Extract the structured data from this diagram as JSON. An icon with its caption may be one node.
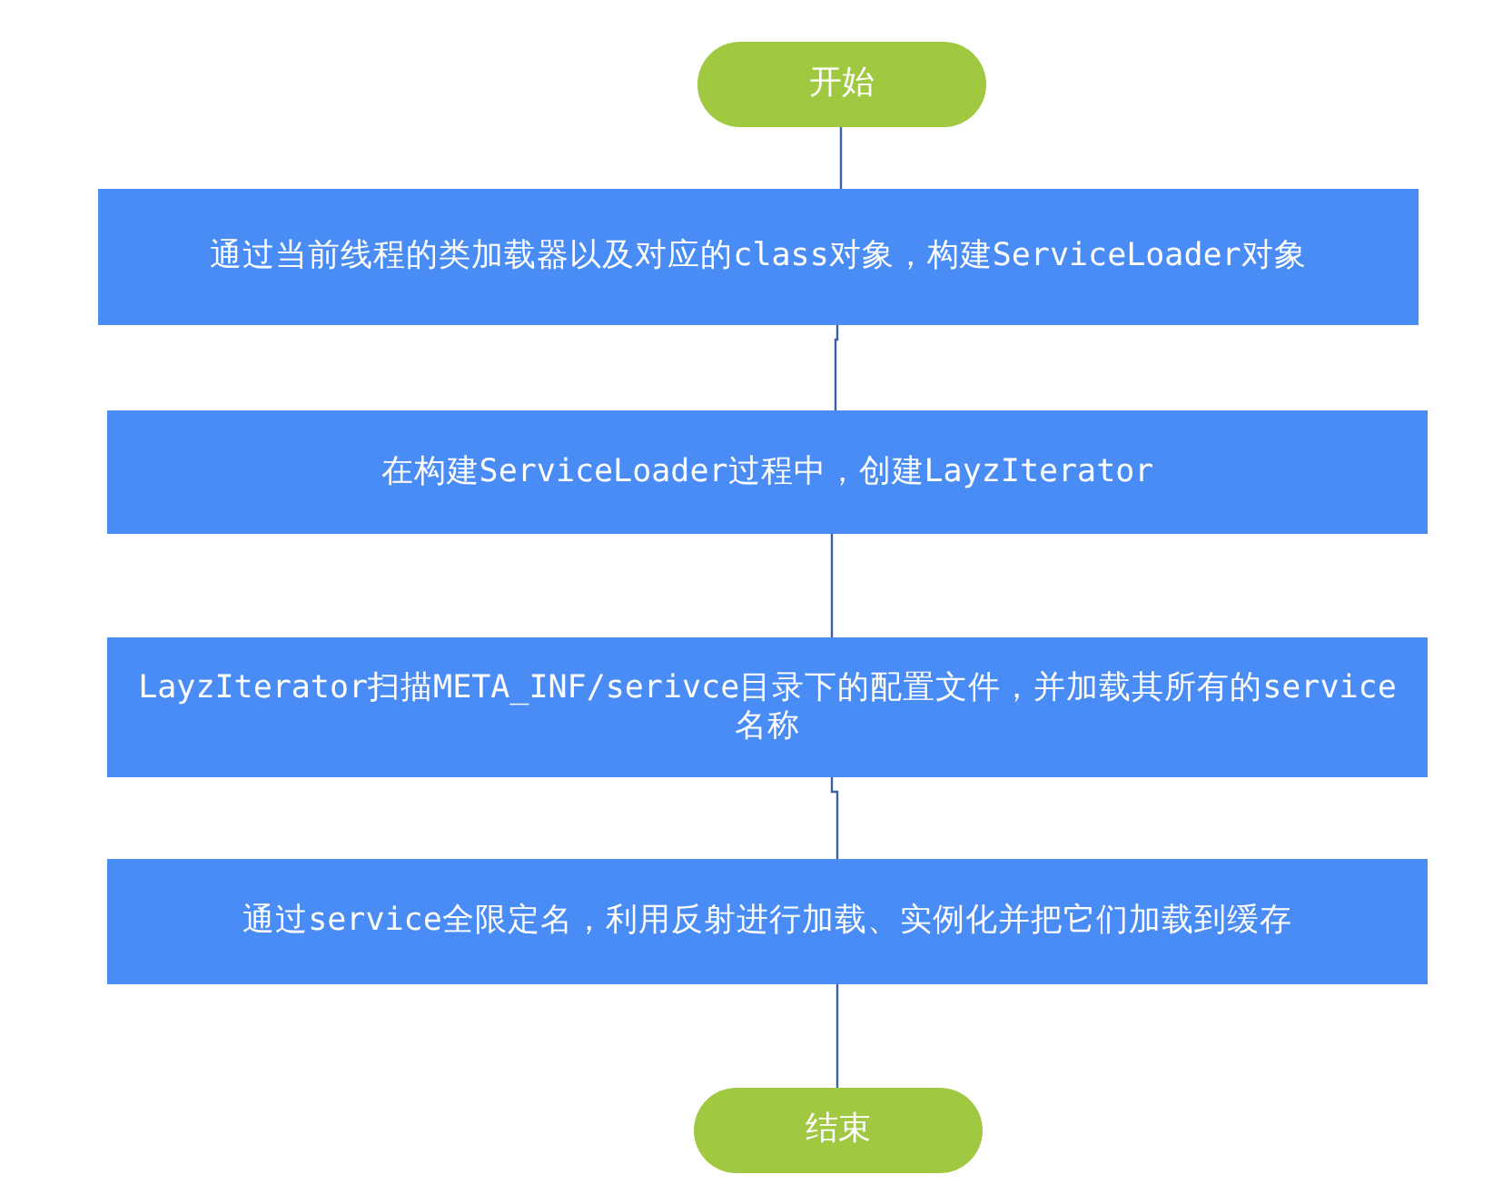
{
  "diagram": {
    "nodes": [
      {
        "text": [
          "开始"
        ]
      },
      {
        "text": [
          "通过当前线程的类加载器以及对应的class对象，构建ServiceLoader对象"
        ]
      },
      {
        "text": [
          "在构建ServiceLoader过程中，创建LayzIterator"
        ]
      },
      {
        "text": [
          "LayzIterator扫描META_INF/serivce目录下的配置文件，并加载其所有的service名称"
        ]
      },
      {
        "text": [
          "通过service全限定名，利用反射进行加载、实例化并把它们加载到缓存"
        ]
      },
      {
        "text": [
          "结束"
        ]
      }
    ],
    "edges": [
      {
        "from": 0,
        "to": 1,
        "arrow": "none"
      },
      {
        "from": 1,
        "to": 2,
        "arrow": "none"
      },
      {
        "from": 2,
        "to": 3,
        "arrow": "none"
      },
      {
        "from": 3,
        "to": 4,
        "arrow": "none"
      },
      {
        "from": 4,
        "to": 5,
        "arrow": "none"
      }
    ]
  }
}
